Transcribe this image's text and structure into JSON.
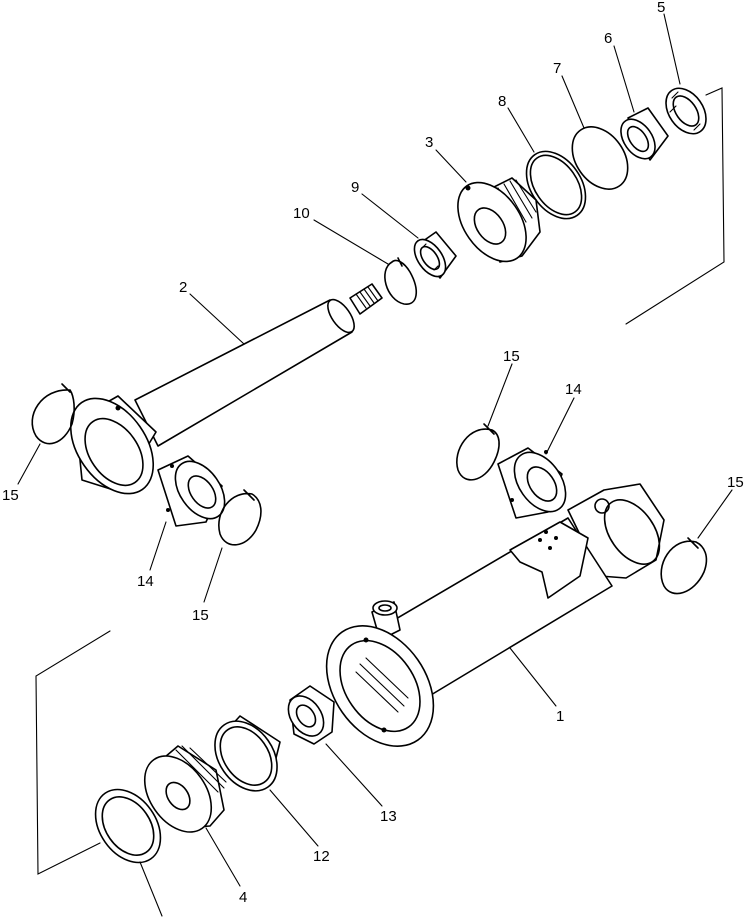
{
  "labels": {
    "cylinder": "1",
    "rod": "2",
    "rod_head": "3",
    "piston": "4",
    "bushing_5": "5",
    "bushing_6": "6",
    "o_ring_7": "7",
    "backup_ring_8": "8",
    "packing_9": "9",
    "snap_ring_10": "10",
    "wear_ring_12": "12",
    "nut_13": "13",
    "bearing_rod": "14",
    "snap_ring_rod_left": "15",
    "snap_ring_rod_right": "15",
    "bearing_cyl": "14",
    "snap_ring_cyl_top": "15",
    "snap_ring_cyl_right": "15"
  },
  "colors": {
    "ink": "#000000",
    "paper": "#ffffff"
  }
}
